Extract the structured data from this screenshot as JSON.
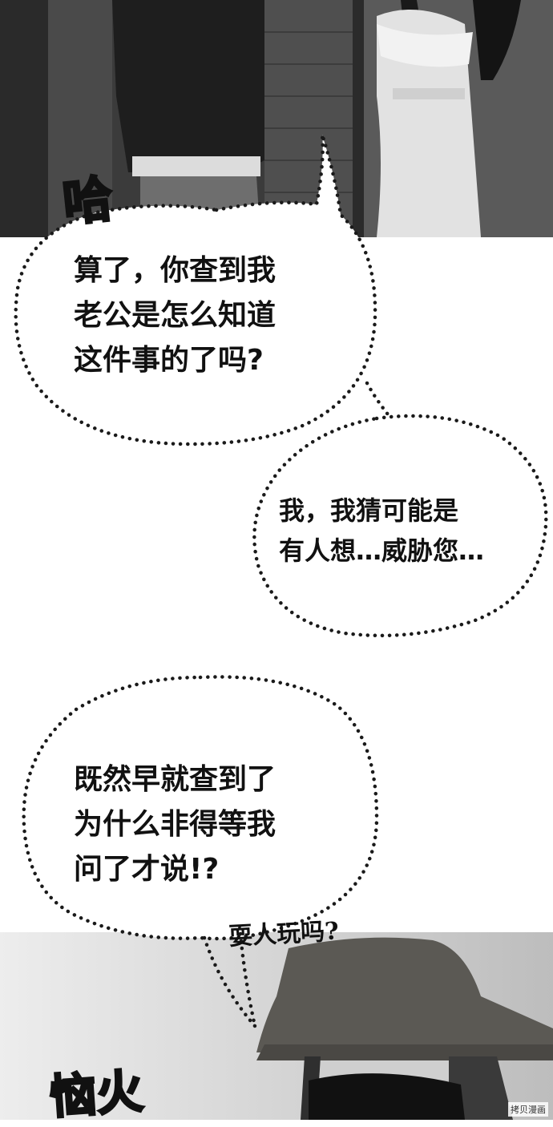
{
  "bubbles": [
    {
      "lines": [
        "算了，你查到我",
        "老公是怎么知道",
        "这件事的了吗?"
      ]
    },
    {
      "lines": [
        "我，我猜可能是",
        "有人想…威胁您…"
      ]
    },
    {
      "lines": [
        "既然早就查到了",
        "为什么非得等我",
        "问了才说!?"
      ]
    }
  ],
  "sfx": {
    "top": "哈",
    "bottom_right": "耍人玩吗?",
    "bottom_left": "恼火"
  },
  "watermark": "拷贝漫画",
  "colors": {
    "panel_dark": "#3a3a3a",
    "dots": "#1a1a1a"
  }
}
